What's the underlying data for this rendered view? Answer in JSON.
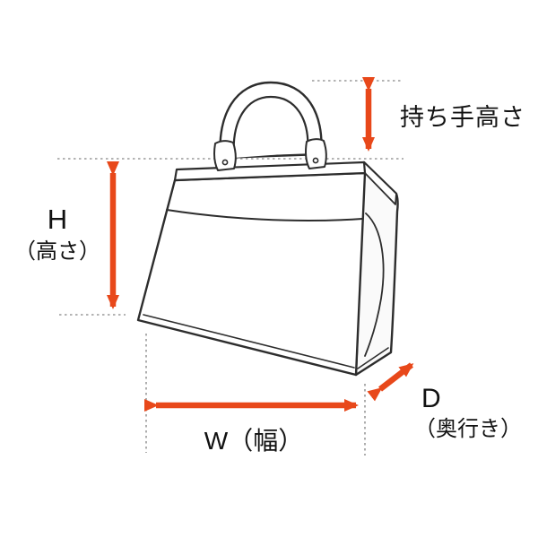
{
  "figure": {
    "type": "measurement-diagram",
    "subject": "handbag size guide",
    "background": "#ffffff",
    "colors": {
      "outline": "#2d2d2d",
      "guide": "#9a9a9a",
      "arrow": "#e8481a",
      "text": "#111111"
    },
    "annotations": {
      "handle_height": {
        "label": "持ち手高さ"
      },
      "height": {
        "letter": "H",
        "suffix": "（高さ）"
      },
      "width": {
        "label": "W（幅）"
      },
      "depth": {
        "letter": "D",
        "suffix": "（奥行き）"
      }
    }
  }
}
